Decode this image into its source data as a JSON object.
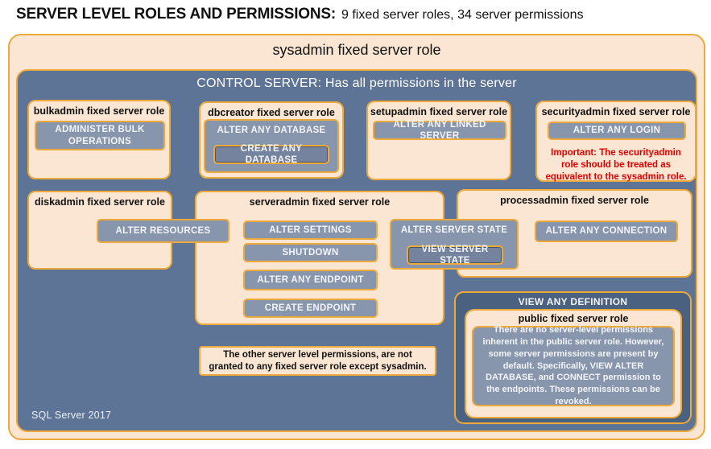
{
  "header": {
    "title_bold": "SERVER LEVEL ROLES AND PERMISSIONS:",
    "title_rest": "9 fixed server roles, 34 server permissions"
  },
  "sysadmin": {
    "label": "sysadmin fixed server role"
  },
  "control_server": {
    "label": "CONTROL SERVER: Has all permissions in the server"
  },
  "roles": {
    "bulkadmin": {
      "title": "bulkadmin fixed server role",
      "perm": "ADMINISTER BULK OPERATIONS"
    },
    "dbcreator": {
      "title": "dbcreator fixed server role",
      "perm_outer": "ALTER ANY DATABASE",
      "perm_inner": "CREATE ANY DATABASE"
    },
    "setupadmin": {
      "title": "setupadmin fixed server role",
      "perm": "ALTER ANY LINKED SERVER"
    },
    "securityadmin": {
      "title": "securityadmin fixed server role",
      "perm": "ALTER ANY LOGIN",
      "warning": "Important: The securityadmin role should be treated as equivalent to the sysadmin role."
    },
    "diskadmin": {
      "title": "diskadmin fixed server role",
      "perm": "ALTER RESOURCES"
    },
    "serveradmin": {
      "title": "serveradmin fixed server role",
      "perms": [
        "ALTER SETTINGS",
        "SHUTDOWN",
        "ALTER ANY ENDPOINT",
        "CREATE ENDPOINT"
      ],
      "perm_state_outer": "ALTER SERVER STATE",
      "perm_state_inner": "VIEW SERVER STATE"
    },
    "processadmin": {
      "title": "processadmin fixed server role",
      "perm": "ALTER ANY CONNECTION"
    },
    "public": {
      "container_perm": "VIEW ANY DEFINITION",
      "title": "public fixed server role",
      "description": "There are no server-level permissions inherent in the public server role. However, some server permissions are present by default. Specifically, VIEW ALTER DATABASE, and CONNECT permission to the endpoints. These permissions can be revoked."
    }
  },
  "note": {
    "text": "The other server level permissions, are not granted to any fixed server role except sysadmin."
  },
  "footer": {
    "label": "SQL Server 2017"
  },
  "colors": {
    "peach": "#FAE6D2",
    "gold": "#EEA93B",
    "blue": "#5E7496",
    "button_gray": "#8795AD",
    "nested_gray": "#75839F",
    "dark_blue": "#4A617F",
    "warning_red": "#E00000"
  }
}
